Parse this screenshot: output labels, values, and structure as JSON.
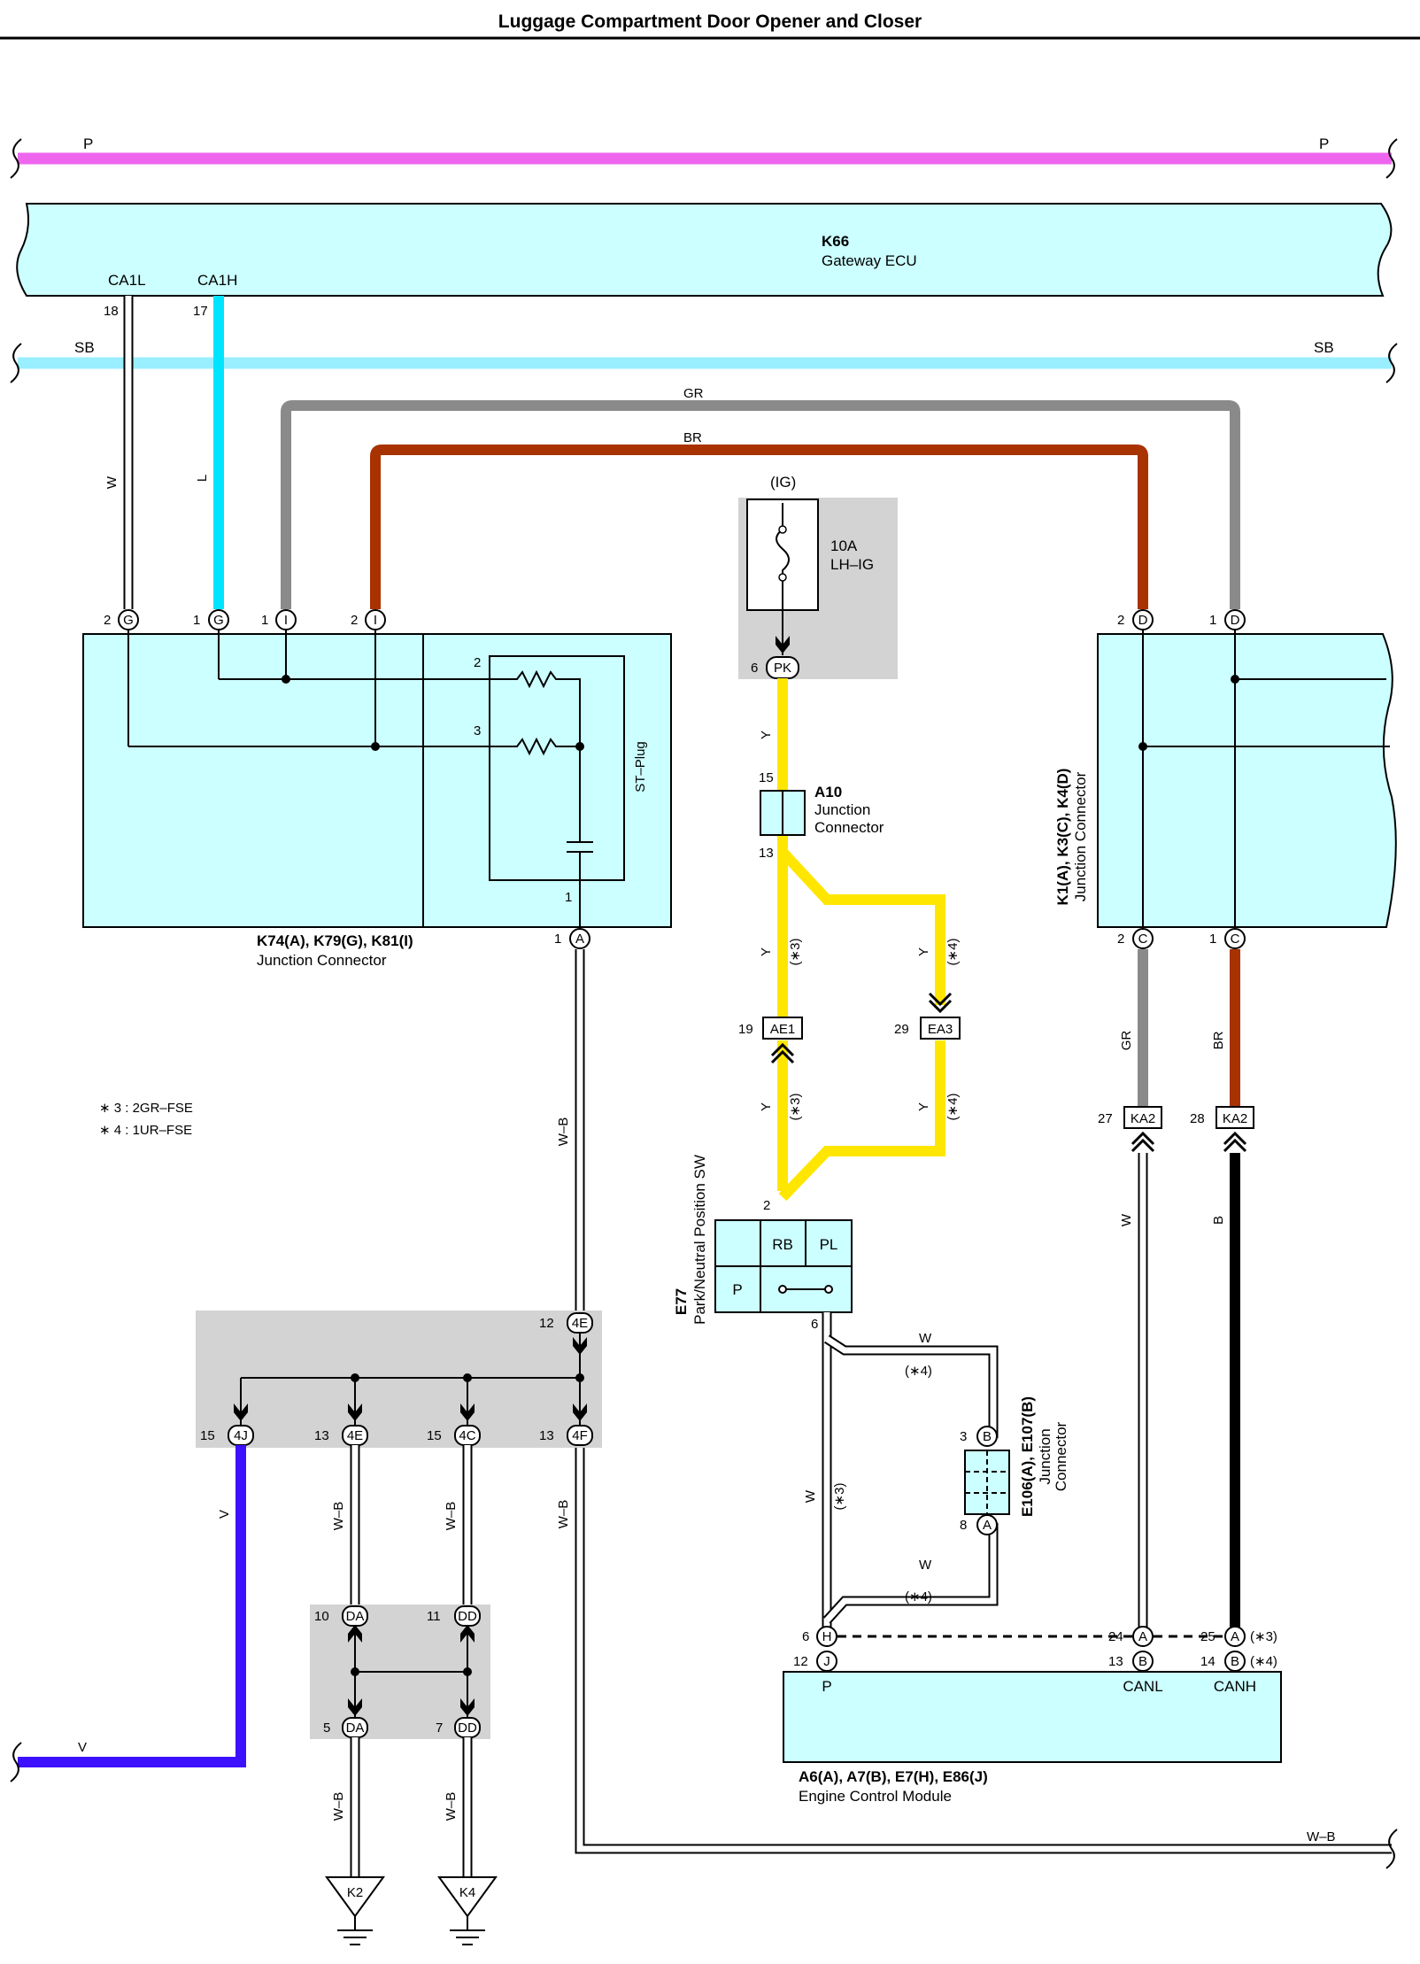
{
  "title": "Luggage Compartment Door Opener and Closer",
  "colors": {
    "P": "#ee66ee",
    "SB": "#99eeff",
    "L": "#00e5ff",
    "GR": "#8a8a8a",
    "BR": "#a83200",
    "Y": "#ffe600",
    "V": "#3d10ff",
    "B": "#000000",
    "box": "#ccffff",
    "shade": "#d3d3d3"
  },
  "buses": {
    "P_left": "P",
    "P_right": "P",
    "SB_left": "SB",
    "SB_right": "SB",
    "V": "V",
    "WB_bottom": "W–B"
  },
  "gateway": {
    "code": "K66",
    "name": "Gateway ECU",
    "pin_ca1l": "CA1L",
    "pin_ca1h": "CA1H",
    "num_ca1l": "18",
    "num_ca1h": "17"
  },
  "wires": {
    "W": "W",
    "L": "L",
    "GR": "GR",
    "BR": "BR",
    "Y": "Y",
    "WB": "W–B",
    "V": "V",
    "B": "B"
  },
  "k74": {
    "code": "K74(A), K79(G), K81(I)",
    "name": "Junction Connector",
    "pins": [
      {
        "num": "2",
        "id": "G"
      },
      {
        "num": "1",
        "id": "G"
      },
      {
        "num": "1",
        "id": "I"
      },
      {
        "num": "2",
        "id": "I"
      },
      {
        "num": "1",
        "id": "A"
      }
    ],
    "stplug": "ST–Plug",
    "res1": "2",
    "res2": "3",
    "cap": "1"
  },
  "fuse": {
    "ig": "(IG)",
    "rating": "10A",
    "name": "LH–IG",
    "pin_num": "6",
    "pin_id": "PK"
  },
  "a10": {
    "code": "A10",
    "name1": "Junction",
    "name2": "Connector",
    "top": "15",
    "bottom": "13"
  },
  "notes": {
    "n3": "(∗3)",
    "n4": "(∗4)",
    "legend3": "∗ 3 : 2GR–FSE",
    "legend4": "∗ 4 : 1UR–FSE"
  },
  "ae1": {
    "num": "19",
    "id": "AE1"
  },
  "ea3": {
    "num": "29",
    "id": "EA3"
  },
  "e77": {
    "code": "E77",
    "name": "Park/Neutral Position SW",
    "pin_top": "2",
    "pin_bottom": "6",
    "rb": "RB",
    "pl": "PL",
    "p": "P"
  },
  "k1": {
    "code": "K1(A), K3(C), K4(D)",
    "name": "Junction Connector",
    "d2": "2",
    "d1": "1",
    "d_id": "D",
    "c2": "2",
    "c1": "1",
    "c_id": "C"
  },
  "ka2": {
    "n27": "27",
    "n28": "28",
    "id": "KA2"
  },
  "shade1": {
    "n12": "12",
    "id4e_top": "4E",
    "n15a": "15",
    "id4j": "4J",
    "n13a": "13",
    "id4e": "4E",
    "n15b": "15",
    "id4c": "4C",
    "n13b": "13",
    "id4f": "4F"
  },
  "shade2": {
    "n10": "10",
    "idda": "DA",
    "n11": "11",
    "iddd": "DD",
    "n5": "5",
    "n7": "7"
  },
  "grounds": {
    "k2": "K2",
    "k4": "K4"
  },
  "e106": {
    "code": "E106(A), E107(B)",
    "name1": "Junction",
    "name2": "Connector",
    "n3": "3",
    "idb": "B",
    "n8": "8",
    "ida": "A"
  },
  "ecm": {
    "code": "A6(A), A7(B), E7(H), E86(J)",
    "name": "Engine Control Module",
    "p": "P",
    "canl": "CANL",
    "canh": "CANH",
    "n6": "6",
    "idh": "H",
    "n12": "12",
    "idj": "J",
    "n24": "24",
    "n13": "13",
    "n25": "25",
    "n14": "14",
    "ida": "A",
    "idb": "B"
  }
}
